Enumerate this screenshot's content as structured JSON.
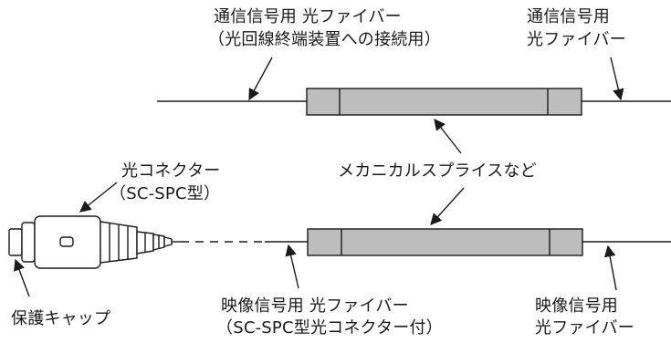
{
  "labels": {
    "top_left_line1": "通信信号用 光ファイバー",
    "top_left_line2": "（光回線終端装置への接続用）",
    "top_right_line1": "通信信号用",
    "top_right_line2": "光ファイバー",
    "connector_line1": "光コネクター",
    "connector_line2": "（SC-SPC型）",
    "splice": "メカニカルスプライスなど",
    "cap": "保護キャップ",
    "bottom_left_line1": "映像信号用 光ファイバー",
    "bottom_left_line2": "（SC-SPC型光コネクター付）",
    "bottom_right_line1": "映像信号用",
    "bottom_right_line2": "光ファイバー"
  },
  "colors": {
    "line": "#1a1a1a",
    "splice_fill": "#bdbdbd",
    "connector_fill": "#ffffff"
  }
}
